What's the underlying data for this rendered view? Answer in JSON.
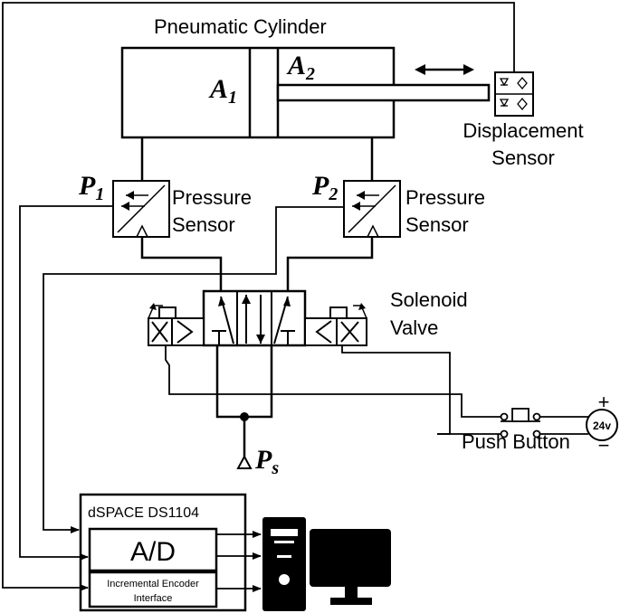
{
  "labels": {
    "cylinder_title": "Pneumatic Cylinder",
    "area1_base": "A",
    "area1_sub": "1",
    "area2_base": "A",
    "area2_sub": "2",
    "displacement_line1": "Displacement",
    "displacement_line2": "Sensor",
    "p1_base": "P",
    "p1_sub": "1",
    "p2_base": "P",
    "p2_sub": "2",
    "pressure1_line1": "Pressure",
    "pressure1_line2": "Sensor",
    "pressure2_line1": "Pressure",
    "pressure2_line2": "Sensor",
    "solenoid_line1": "Solenoid",
    "solenoid_line2": "Valve",
    "supply_base": "P",
    "supply_sub": "s",
    "push_button": "Push Button",
    "voltage": "24v",
    "plus": "+",
    "minus": "−",
    "dspace_title": "dSPACE DS1104",
    "ad_label": "A/D",
    "encoder_line1": "Incremental Encoder",
    "encoder_line2": "Interface"
  }
}
